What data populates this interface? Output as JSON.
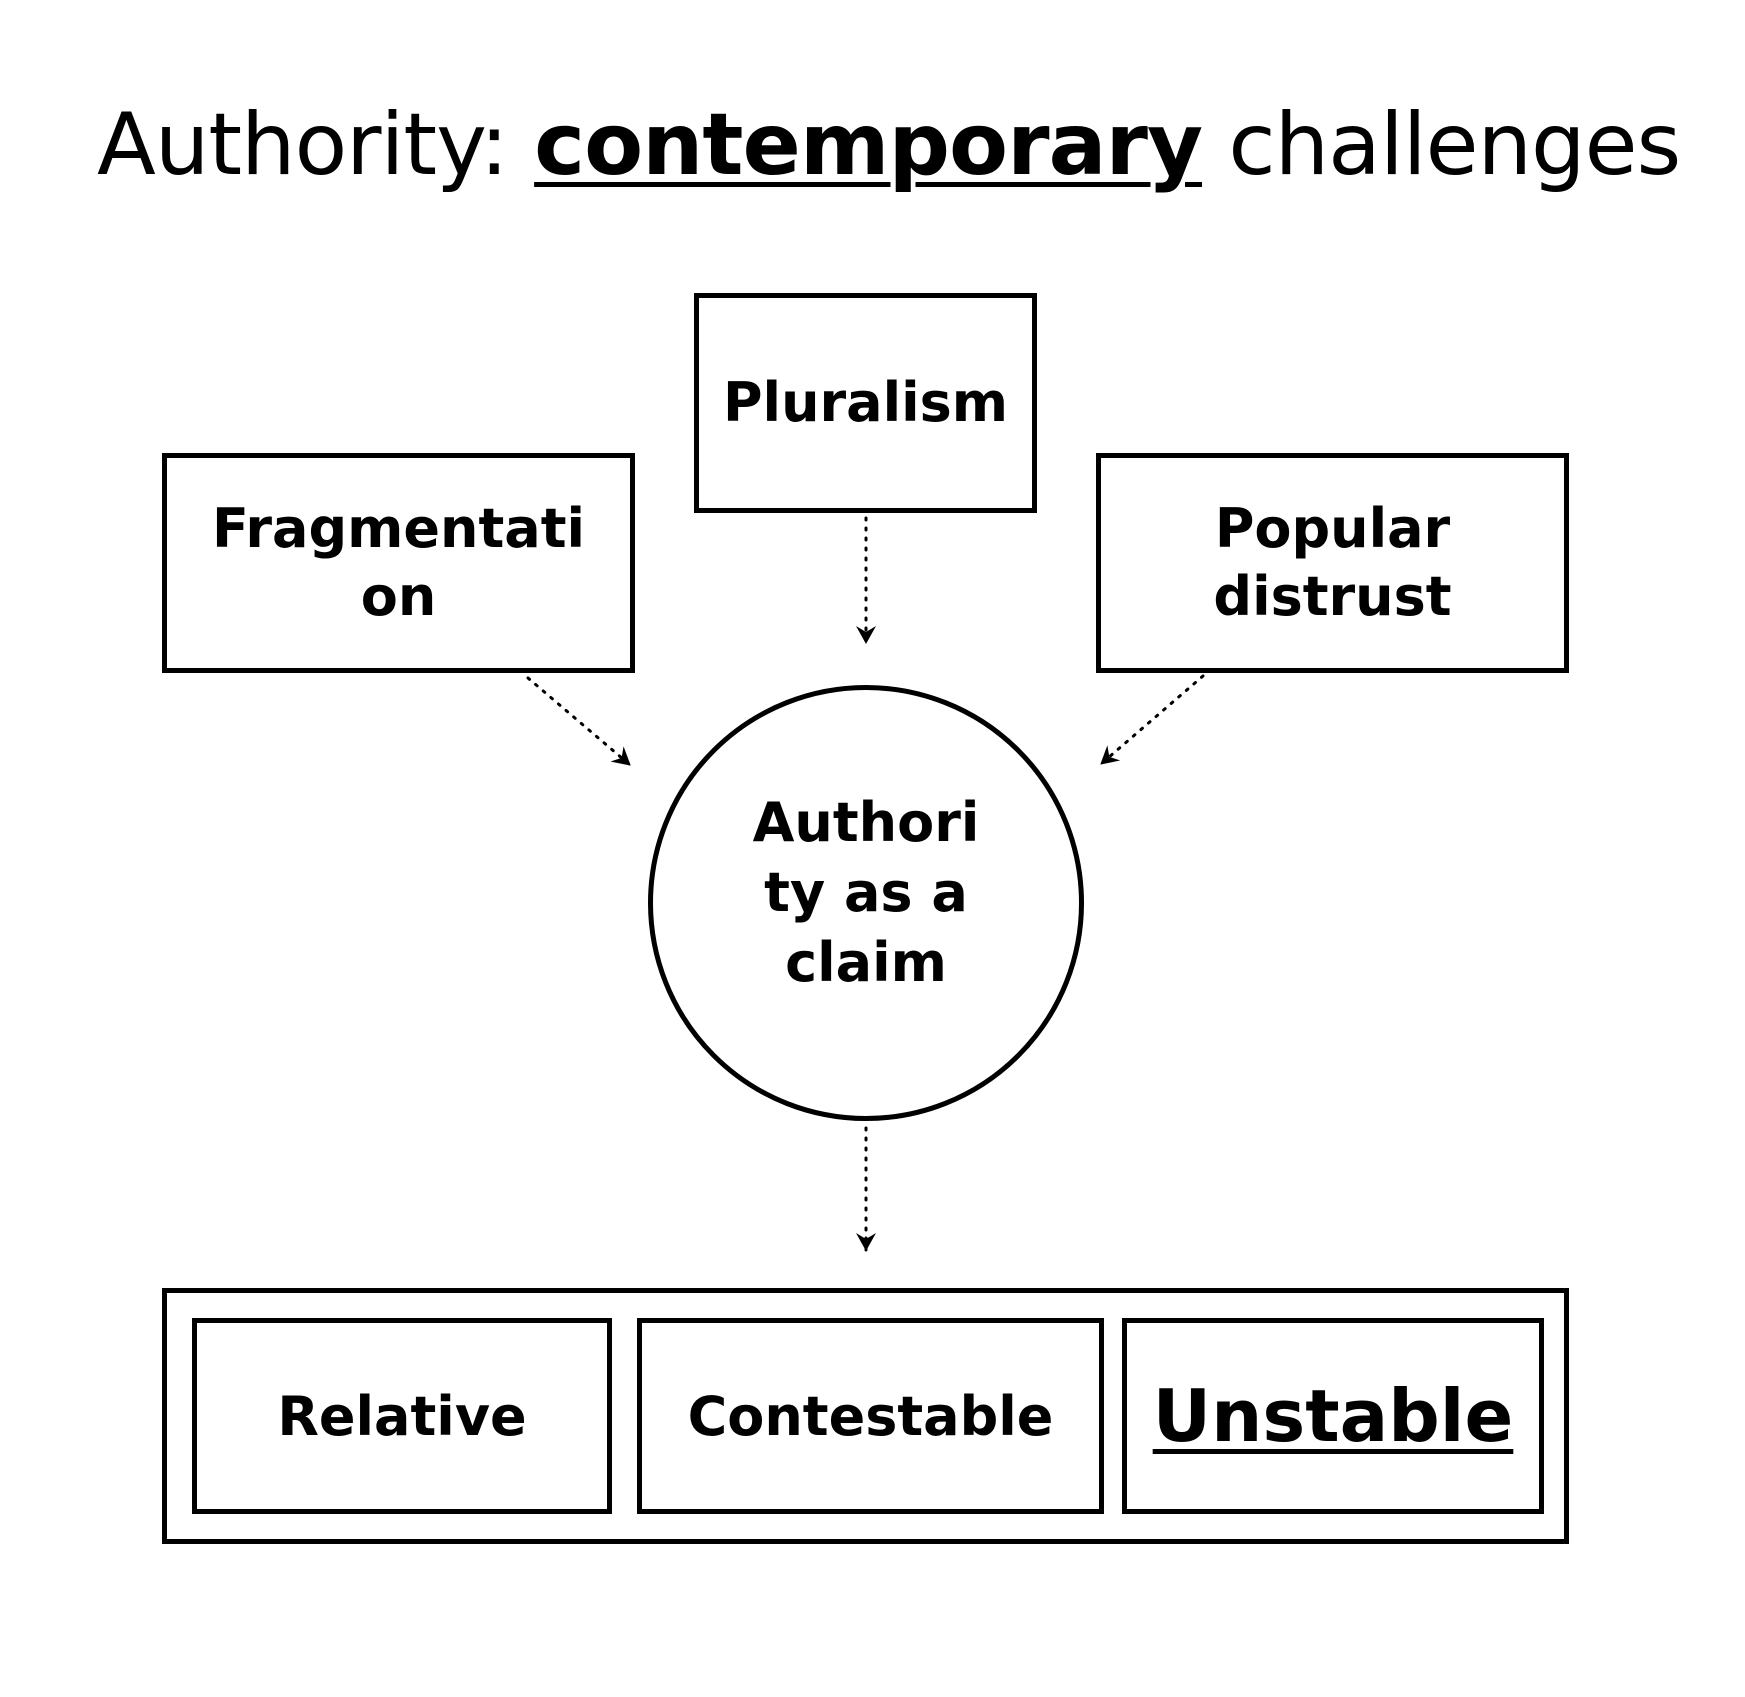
{
  "title": {
    "prefix": "Authority: ",
    "emphasis": "contemporary",
    "suffix": " challenges"
  },
  "causes": {
    "pluralism": "Pluralism",
    "fragmentation": "Fragmentation",
    "popular_distrust": "Popular distrust"
  },
  "center": {
    "label": "Authority as a claim"
  },
  "outcomes": {
    "relative": "Relative",
    "contestable": "Contestable",
    "unstable": "Unstable"
  }
}
